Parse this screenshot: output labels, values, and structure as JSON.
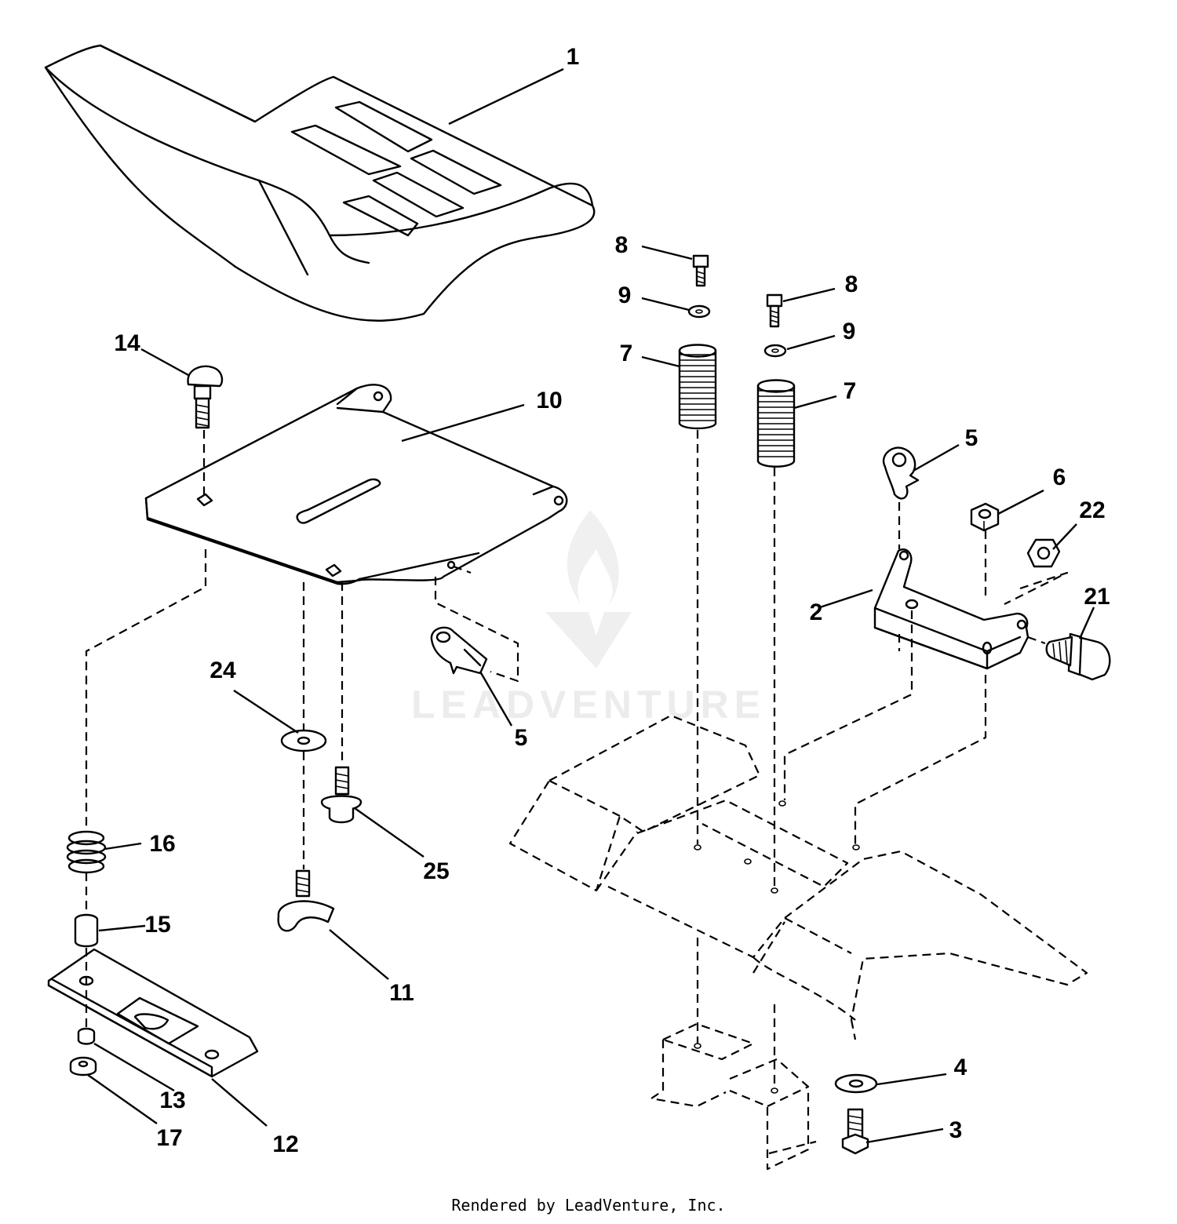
{
  "watermark": {
    "text": "LEADVENTURE"
  },
  "footer": {
    "text": "Rendered by LeadVenture, Inc."
  },
  "callouts": {
    "c1": "1",
    "c2": "2",
    "c3": "3",
    "c4": "4",
    "c5a": "5",
    "c5b": "5",
    "c6": "6",
    "c7a": "7",
    "c7b": "7",
    "c8a": "8",
    "c8b": "8",
    "c9a": "9",
    "c9b": "9",
    "c10": "10",
    "c11": "11",
    "c12": "12",
    "c13": "13",
    "c14": "14",
    "c15": "15",
    "c16": "16",
    "c17": "17",
    "c21": "21",
    "c22": "22",
    "c24": "24",
    "c25": "25"
  }
}
